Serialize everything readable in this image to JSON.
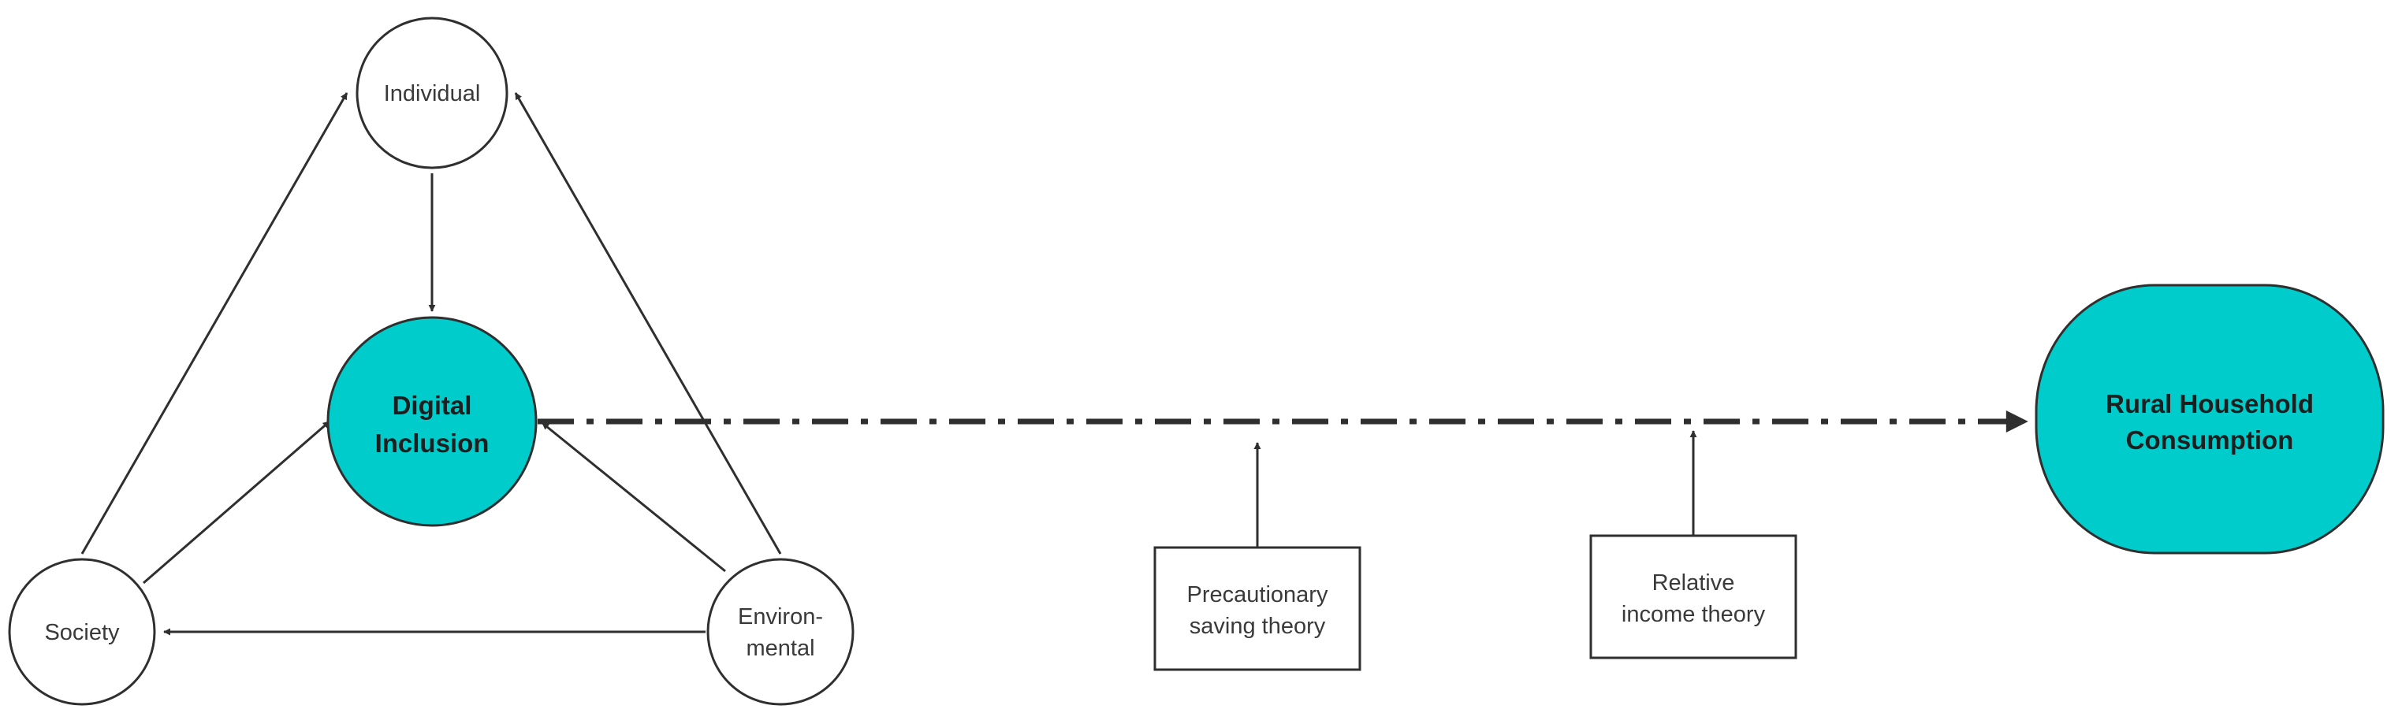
{
  "colors": {
    "accent_fill": "#00cccc",
    "stroke": "#2f2f2f",
    "text": "#3a3a3a",
    "background": "#ffffff"
  },
  "nodes": {
    "individual": {
      "label": "Individual"
    },
    "society": {
      "label": "Society"
    },
    "environmental": {
      "label_line1": "Environ-",
      "label_line2": "mental"
    },
    "digital_inclusion": {
      "label_line1": "Digital",
      "label_line2": "Inclusion"
    },
    "rural_consumption": {
      "label_line1": "Rural Household",
      "label_line2": "Consumption"
    },
    "precautionary": {
      "label_line1": "Precautionary",
      "label_line2": "saving theory"
    },
    "relative_income": {
      "label_line1": "Relative",
      "label_line2": "income theory"
    }
  }
}
